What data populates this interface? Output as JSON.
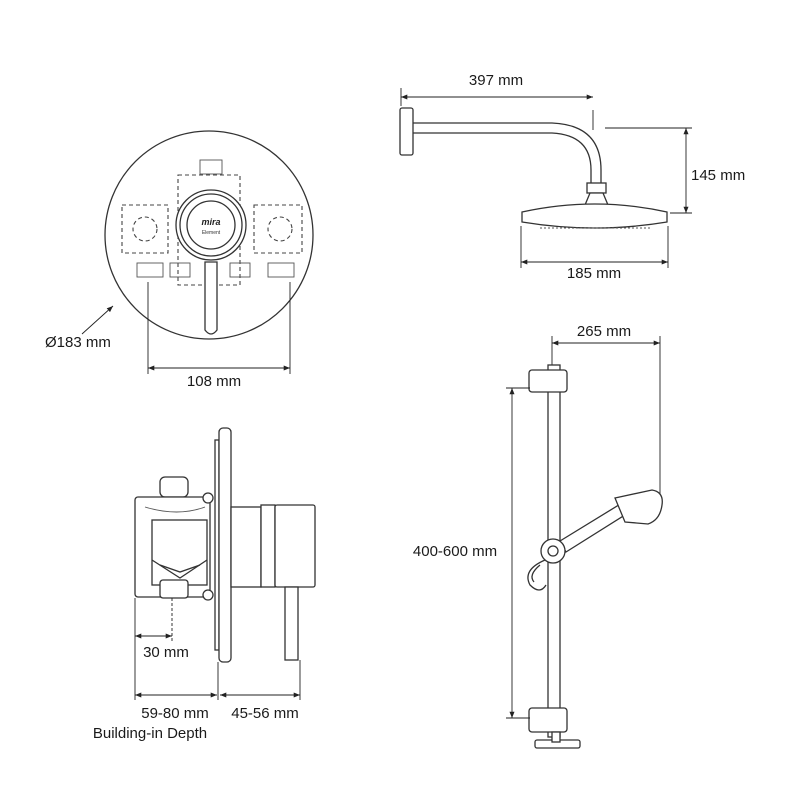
{
  "logo": {
    "brand": "mira",
    "sub": "Element"
  },
  "front_view": {
    "diameter_label": "Ø183 mm",
    "width_label": "108 mm"
  },
  "shower_head": {
    "projection_label": "397 mm",
    "drop_label": "145 mm",
    "head_diameter_label": "185 mm"
  },
  "riser_rail": {
    "offset_label": "265 mm",
    "height_label": "400-600 mm"
  },
  "side_view": {
    "depth_30_label": "30 mm",
    "building_in_label": "59-80 mm",
    "trim_label": "45-56 mm",
    "caption": "Building-in Depth"
  }
}
